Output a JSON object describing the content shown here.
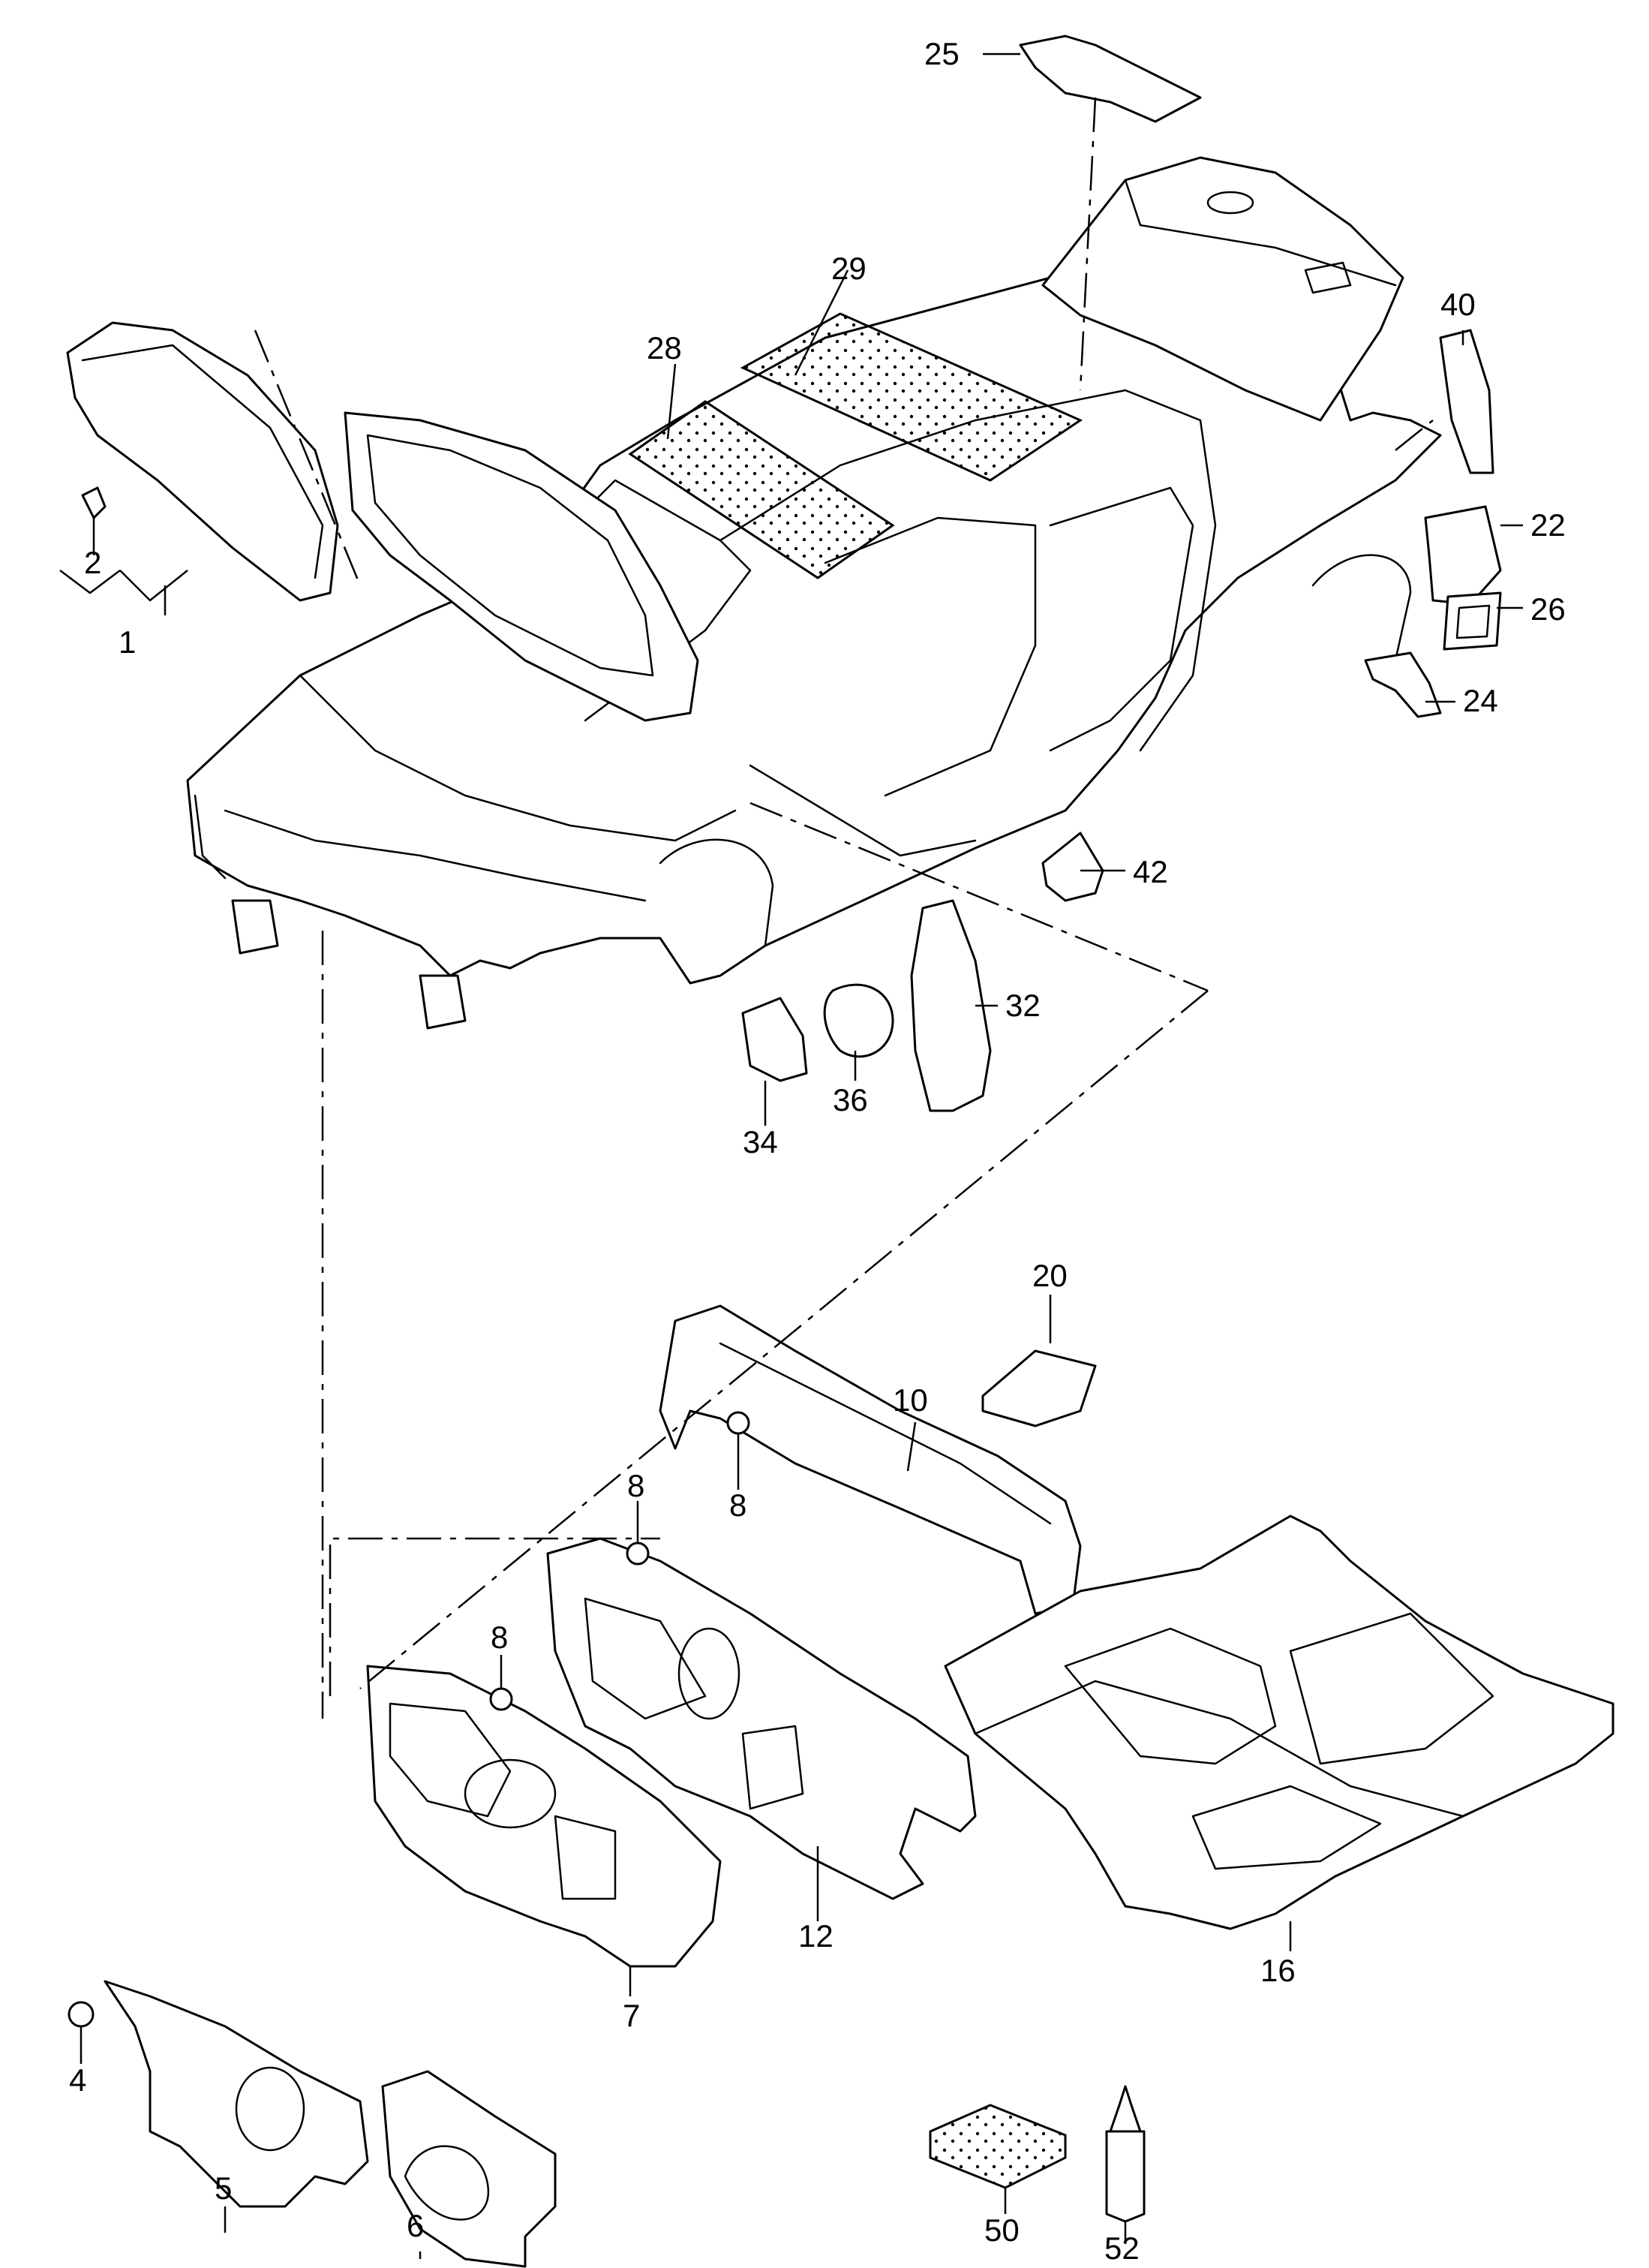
{
  "callouts": [
    {
      "id": "1",
      "label": "1"
    },
    {
      "id": "2",
      "label": "2"
    },
    {
      "id": "4",
      "label": "4"
    },
    {
      "id": "5",
      "label": "5"
    },
    {
      "id": "6",
      "label": "6"
    },
    {
      "id": "7",
      "label": "7"
    },
    {
      "id": "8a",
      "label": "8"
    },
    {
      "id": "8b",
      "label": "8"
    },
    {
      "id": "8c",
      "label": "8"
    },
    {
      "id": "10",
      "label": "10"
    },
    {
      "id": "12",
      "label": "12"
    },
    {
      "id": "16",
      "label": "16"
    },
    {
      "id": "20",
      "label": "20"
    },
    {
      "id": "22",
      "label": "22"
    },
    {
      "id": "24",
      "label": "24"
    },
    {
      "id": "25",
      "label": "25"
    },
    {
      "id": "26",
      "label": "26"
    },
    {
      "id": "28",
      "label": "28"
    },
    {
      "id": "29",
      "label": "29"
    },
    {
      "id": "32",
      "label": "32"
    },
    {
      "id": "34",
      "label": "34"
    },
    {
      "id": "36",
      "label": "36"
    },
    {
      "id": "40",
      "label": "40"
    },
    {
      "id": "42",
      "label": "42"
    },
    {
      "id": "50",
      "label": "50"
    },
    {
      "id": "52",
      "label": "52"
    }
  ]
}
